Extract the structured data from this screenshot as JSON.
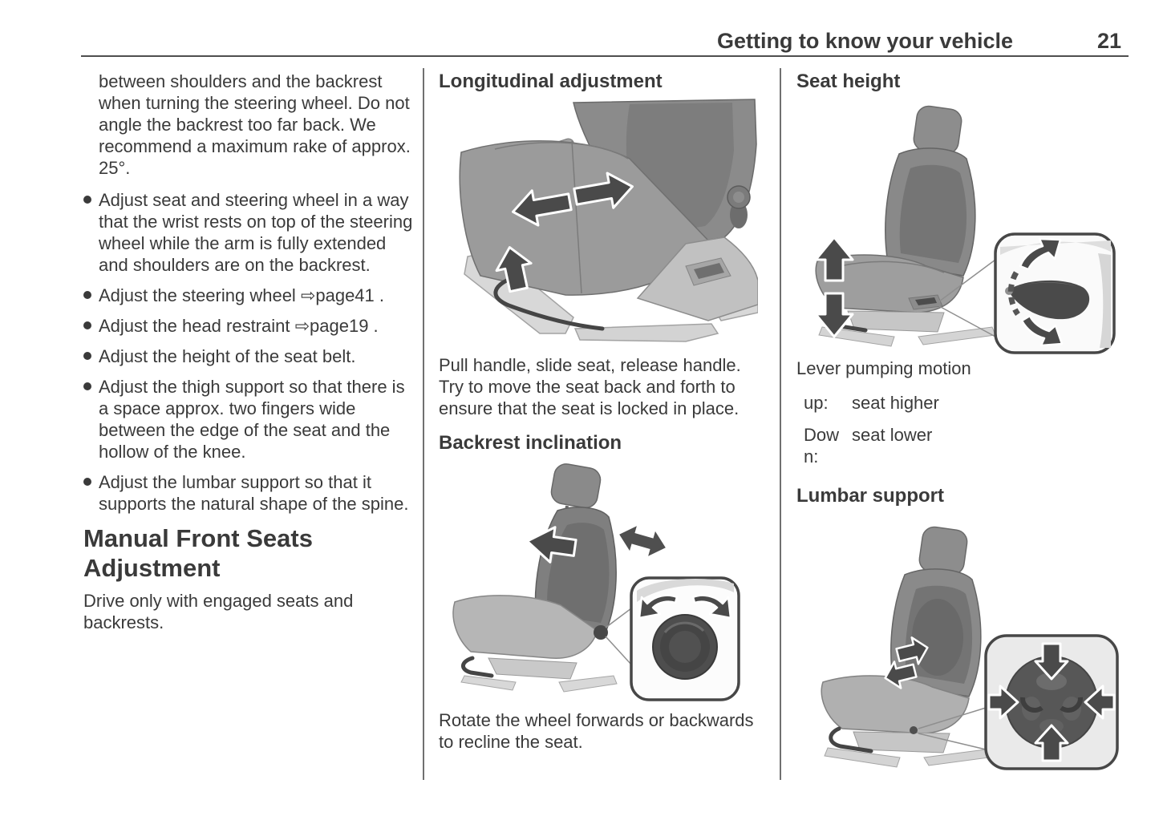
{
  "colors": {
    "text": "#3a3a3a",
    "header_rule": "#4f4f4f",
    "column_divider": "#707070"
  },
  "header": {
    "title": "Getting to know your vehicle",
    "page_number": "21"
  },
  "left_column": {
    "continued_paragraph": "between shoulders and the backrest when turning the steering wheel. Do not angle the backrest too far back. We recommend a maximum rake of approx. 25°.",
    "bullets": [
      "Adjust seat and steering wheel in a way that the wrist rests on top of the steering wheel while the arm is fully extended and shoulders are on the backrest.",
      "Adjust the steering wheel ⇨page41 .",
      "Adjust the head restraint ⇨page19 .",
      "Adjust the height of the seat belt.",
      "Adjust the thigh support so that there is a space approx. two fingers wide between the edge of the seat and the hollow of the knee.",
      "Adjust the lumbar support so that it supports the natural shape of the spine."
    ],
    "section_heading": "Manual Front Seats Adjustment",
    "section_paragraph": "Drive only with engaged seats and backrests."
  },
  "middle_column": {
    "longitudinal": {
      "heading": "Longitudinal adjustment",
      "caption": "Pull handle, slide seat, release handle. Try to move the seat back and forth to ensure that the seat is locked in place."
    },
    "backrest": {
      "heading": "Backrest inclination",
      "caption": "Rotate the wheel forwards or backwards to recline the seat."
    }
  },
  "right_column": {
    "seat_height": {
      "heading": "Seat height",
      "caption": "Lever pumping motion",
      "rows": [
        {
          "label": "up:",
          "value": "seat higher"
        },
        {
          "label": "Down:",
          "value": "seat lower"
        }
      ]
    },
    "lumbar": {
      "heading": "Lumbar support"
    }
  }
}
